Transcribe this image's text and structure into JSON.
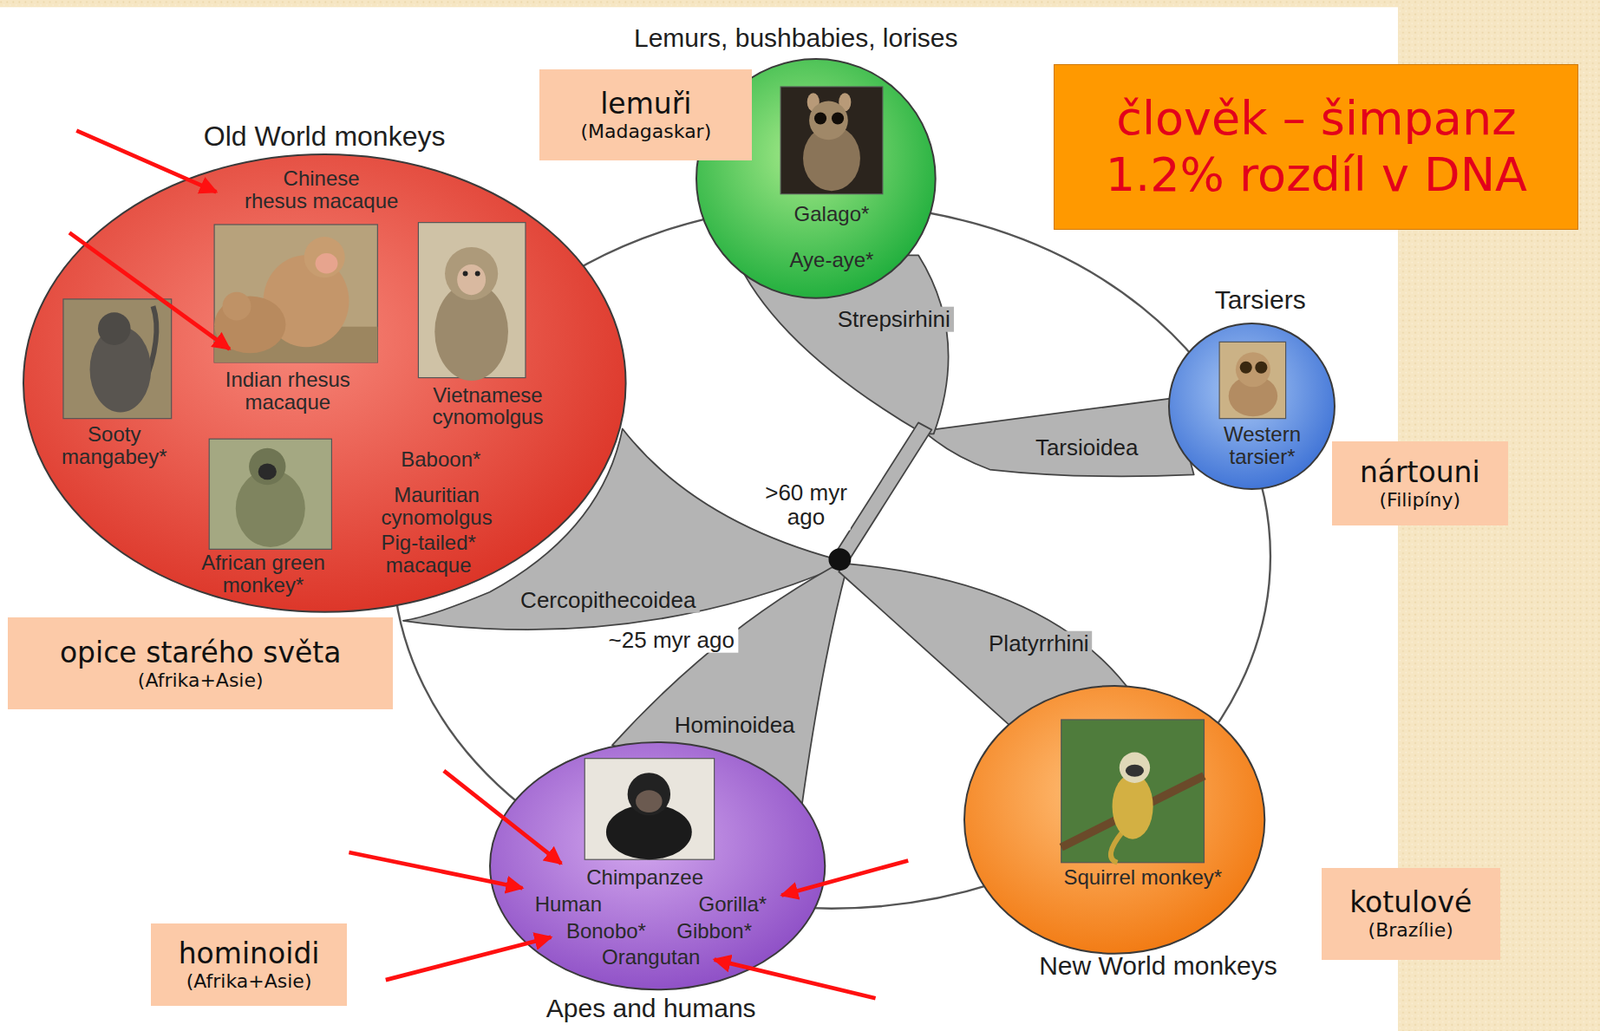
{
  "diagram": {
    "nodes": [
      {
        "text": [
          "Lemurs, bushbabies, lorises",
          "Galago*",
          "Aye-aye*"
        ]
      },
      {
        "text": [
          "lemuři",
          "(Madagaskar)"
        ]
      },
      {
        "text": [
          "člověk – šimpanz 1.2% rozdíl v DNA"
        ]
      },
      {
        "text": [
          "Old World monkeys",
          "Chinese rhesus macaque",
          "Indian rhesus macaque",
          "Vietnamese cynomolgus",
          "Sooty mangabey*",
          "Baboon*",
          "Mauritian cynomolgus",
          "African green monkey*",
          "Pig-tailed* macaque"
        ]
      },
      {
        "text": [
          "Tarsiers",
          "Western tarsier*"
        ]
      },
      {
        "text": [
          "nártouni",
          "(Filipíny)"
        ]
      },
      {
        "text": [
          "opice starého světa",
          "(Afrika+Asie)"
        ]
      },
      {
        "text": [
          "Chimpanzee",
          "Human",
          "Gorilla*",
          "Bonobo*",
          "Gibbon*",
          "Orangutan",
          "Apes and humans"
        ]
      },
      {
        "text": [
          "Squirrel monkey*",
          "New World monkeys"
        ]
      },
      {
        "text": [
          "kotulové",
          "(Brazílie)"
        ]
      },
      {
        "text": [
          "hominoidi",
          "(Afrika+Asie)"
        ]
      }
    ],
    "labels": [
      "Strepsirhini",
      "Tarsioidea",
      ">60 myr ago",
      "Cercopithecoidea",
      "~25 myr ago",
      "Platyrrhini",
      "Hominoidea"
    ]
  }
}
